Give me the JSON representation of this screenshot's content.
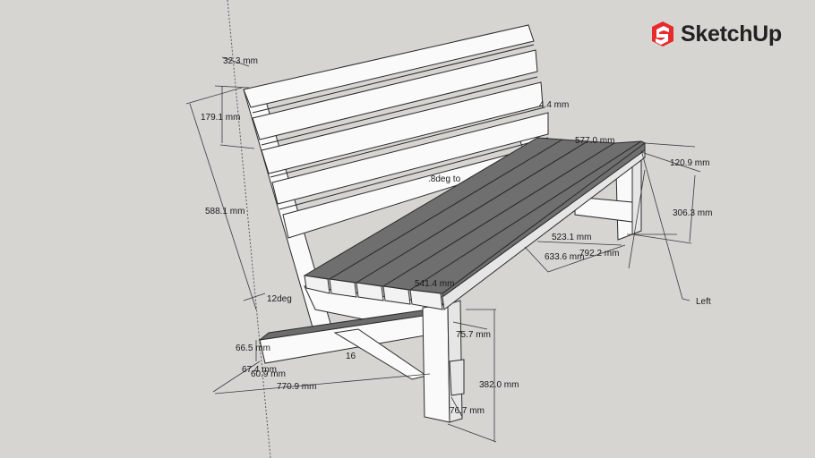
{
  "app": {
    "name": "SketchUp",
    "brand_color": "#e72b2d"
  },
  "dimensions": {
    "d_32_3": "32.3 mm",
    "d_179_1": "179.1 mm",
    "d_588_1": "588.1 mm",
    "d_4_4": "4.4 mm",
    "d_577_0": "577.0 mm",
    "d_120_9": "120.9 mm",
    "d_306_3": "306.3 mm",
    "d_angle_deg_to": ".8deg to",
    "d_523_1": "523.1 mm",
    "d_792_2": "792.2 mm",
    "d_633_6": "633.6 mm",
    "d_left": "Left",
    "d_12deg": "12deg",
    "d_541_4": "541.4 mm",
    "d_75_7": "75.7 mm",
    "d_66_5": "66.5 mm",
    "d_67_4": "67.4 mm",
    "d_60_9": "60.9 mm",
    "d_770_9": "770.9 mm",
    "d_382_0": "382.0 mm",
    "d_76_7": "76.7 mm",
    "d_16": "16"
  }
}
